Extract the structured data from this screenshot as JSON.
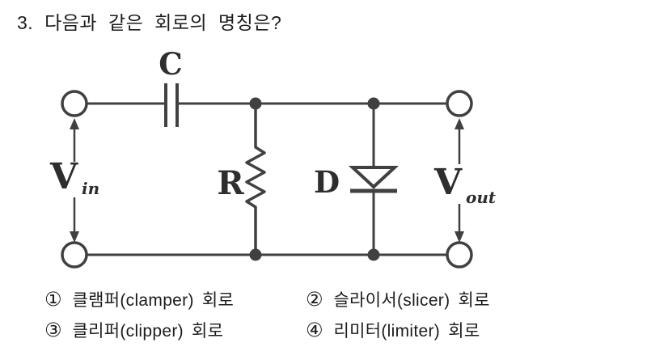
{
  "question": {
    "title": "3. 다음과 같은 회로의 명칭은?"
  },
  "circuit": {
    "stroke_color": "#404040",
    "labels": {
      "capacitor": "C",
      "resistor": "R",
      "diode": "D",
      "v_in_main": "V",
      "v_in_sub": "in",
      "v_out_main": "V",
      "v_out_sub": "out"
    }
  },
  "options": [
    {
      "num": "①",
      "label": "클램퍼(clamper) 회로"
    },
    {
      "num": "②",
      "label": "슬라이서(slicer) 회로"
    },
    {
      "num": "③",
      "label": "클리퍼(clipper) 회로"
    },
    {
      "num": "④",
      "label": "리미터(limiter) 회로"
    }
  ]
}
